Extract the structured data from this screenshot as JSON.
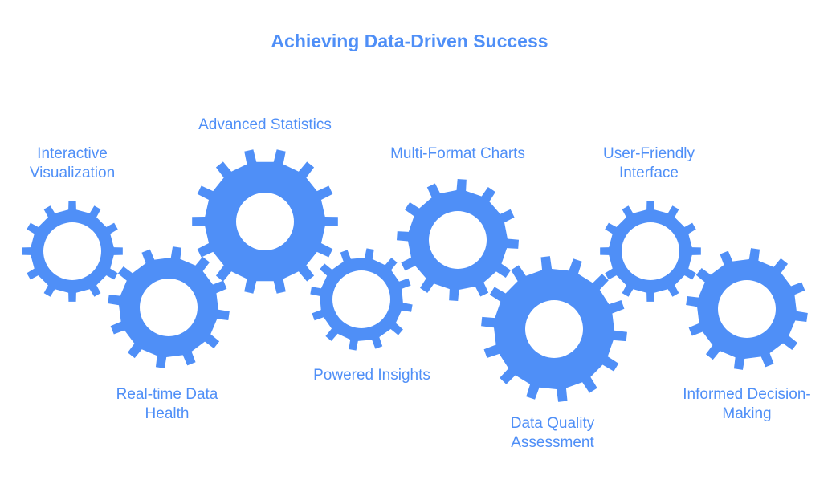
{
  "diagram": {
    "title": "Achieving Data-Driven Success",
    "gear_color": "#4f8ff7",
    "text_color": "#4f8ff7",
    "gears": [
      {
        "id": "interactive-visualization",
        "label_lines": [
          "Interactive",
          "Visualization"
        ]
      },
      {
        "id": "real-time-data-health",
        "label_lines": [
          "Real-time Data",
          "Health"
        ]
      },
      {
        "id": "advanced-statistics",
        "label_lines": [
          "Advanced Statistics"
        ]
      },
      {
        "id": "powered-insights",
        "label_lines": [
          "Powered Insights"
        ]
      },
      {
        "id": "multi-format-charts",
        "label_lines": [
          "Multi-Format Charts"
        ]
      },
      {
        "id": "data-quality-assessment",
        "label_lines": [
          "Data Quality",
          "Assessment"
        ]
      },
      {
        "id": "user-friendly-interface",
        "label_lines": [
          "User-Friendly",
          "Interface"
        ]
      },
      {
        "id": "informed-decision-making",
        "label_lines": [
          "Informed Decision-",
          "Making"
        ]
      }
    ]
  }
}
